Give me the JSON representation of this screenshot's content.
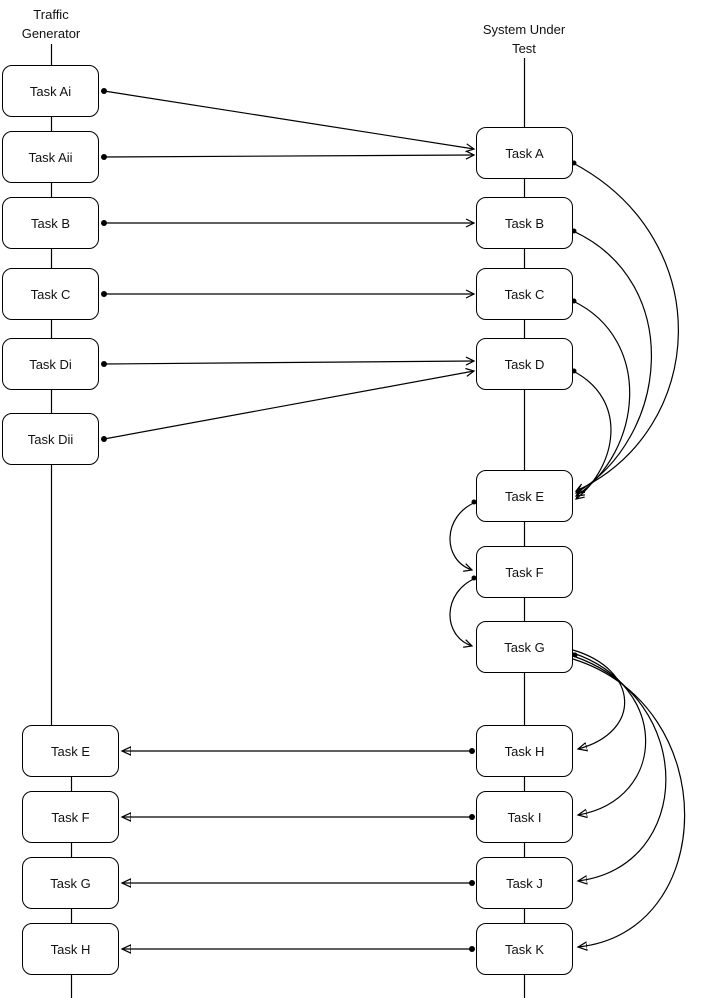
{
  "left": {
    "header": "Traffic Generator",
    "top_nodes": [
      {
        "label": "Task Ai"
      },
      {
        "label": "Task Aii"
      },
      {
        "label": "Task B"
      },
      {
        "label": "Task C"
      },
      {
        "label": "Task Di"
      },
      {
        "label": "Task Dii"
      }
    ],
    "bottom_nodes": [
      {
        "label": "Task E"
      },
      {
        "label": "Task F"
      },
      {
        "label": "Task G"
      },
      {
        "label": "Task H"
      }
    ]
  },
  "right": {
    "header": "System Under Test",
    "nodes": [
      {
        "label": "Task A"
      },
      {
        "label": "Task B"
      },
      {
        "label": "Task C"
      },
      {
        "label": "Task D"
      },
      {
        "label": "Task E"
      },
      {
        "label": "Task F"
      },
      {
        "label": "Task G"
      },
      {
        "label": "Task H"
      },
      {
        "label": "Task I"
      },
      {
        "label": "Task J"
      },
      {
        "label": "Task K"
      }
    ]
  },
  "edges": [
    {
      "from": "TG:Task Ai",
      "to": "SUT:Task A",
      "style": "straight"
    },
    {
      "from": "TG:Task Aii",
      "to": "SUT:Task A",
      "style": "straight"
    },
    {
      "from": "TG:Task B",
      "to": "SUT:Task B",
      "style": "straight"
    },
    {
      "from": "TG:Task C",
      "to": "SUT:Task C",
      "style": "straight"
    },
    {
      "from": "TG:Task Di",
      "to": "SUT:Task D",
      "style": "straight"
    },
    {
      "from": "TG:Task Dii",
      "to": "SUT:Task D",
      "style": "straight"
    },
    {
      "from": "SUT:Task A",
      "to": "SUT:Task E",
      "style": "curve-right"
    },
    {
      "from": "SUT:Task B",
      "to": "SUT:Task E",
      "style": "curve-right"
    },
    {
      "from": "SUT:Task C",
      "to": "SUT:Task E",
      "style": "curve-right"
    },
    {
      "from": "SUT:Task D",
      "to": "SUT:Task E",
      "style": "curve-right"
    },
    {
      "from": "SUT:Task E",
      "to": "SUT:Task F",
      "style": "curve-left"
    },
    {
      "from": "SUT:Task F",
      "to": "SUT:Task G",
      "style": "curve-left"
    },
    {
      "from": "SUT:Task G",
      "to": "SUT:Task H",
      "style": "curve-right"
    },
    {
      "from": "SUT:Task G",
      "to": "SUT:Task I",
      "style": "curve-right"
    },
    {
      "from": "SUT:Task G",
      "to": "SUT:Task J",
      "style": "curve-right"
    },
    {
      "from": "SUT:Task G",
      "to": "SUT:Task K",
      "style": "curve-right"
    },
    {
      "from": "SUT:Task H",
      "to": "TG:Task E",
      "style": "straight"
    },
    {
      "from": "SUT:Task I",
      "to": "TG:Task F",
      "style": "straight"
    },
    {
      "from": "SUT:Task J",
      "to": "TG:Task G",
      "style": "straight"
    },
    {
      "from": "SUT:Task K",
      "to": "TG:Task H",
      "style": "straight"
    }
  ],
  "colors": {
    "background": "#ffffff",
    "line": "#000000",
    "node_fill": "#ffffff",
    "node_border": "#000000",
    "text": "#111111"
  }
}
